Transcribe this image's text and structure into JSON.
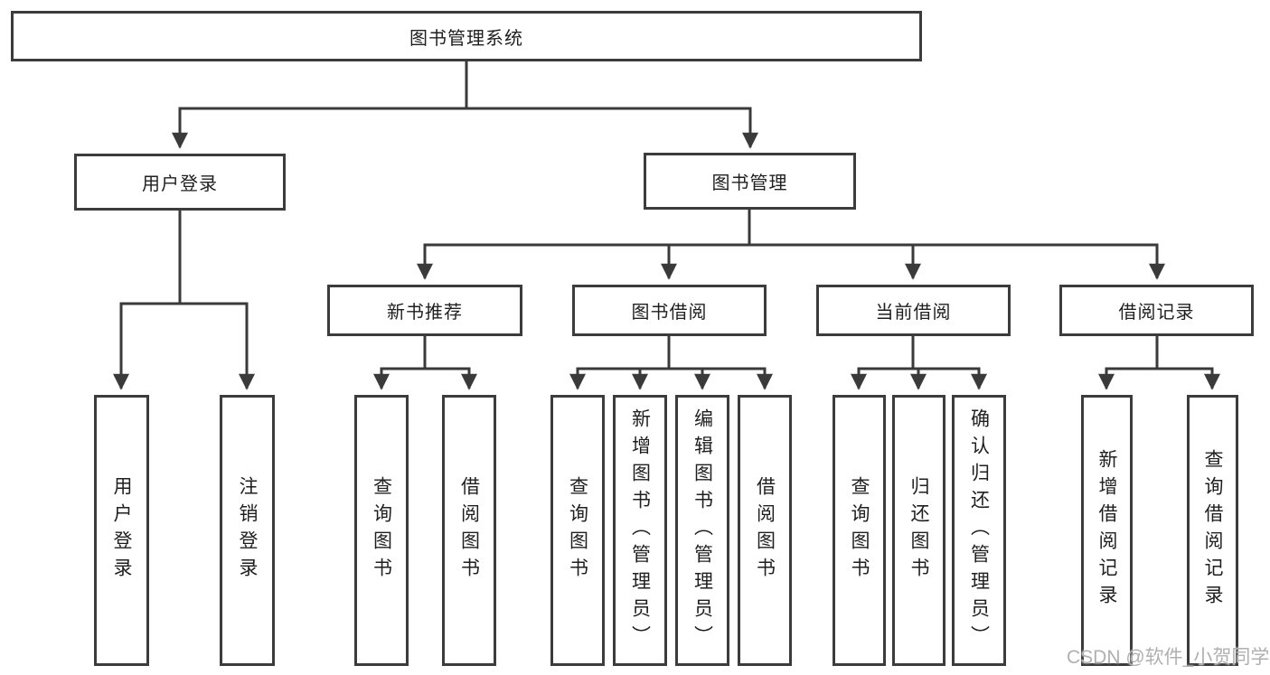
{
  "diagram": {
    "title": "图书管理系统",
    "level1": [
      {
        "id": "user-login-module",
        "label": "用户登录"
      },
      {
        "id": "book-management-module",
        "label": "图书管理"
      }
    ],
    "level2": [
      {
        "id": "new-book-recommend",
        "label": "新书推荐",
        "parent": "图书管理"
      },
      {
        "id": "book-borrowing",
        "label": "图书借阅",
        "parent": "图书管理"
      },
      {
        "id": "current-borrowing",
        "label": "当前借阅",
        "parent": "图书管理"
      },
      {
        "id": "borrowing-records",
        "label": "借阅记录",
        "parent": "图书管理"
      }
    ],
    "leaves": [
      {
        "id": "user-login",
        "label": "用户登录",
        "parent": "用户登录"
      },
      {
        "id": "logout",
        "label": "注销登录",
        "parent": "用户登录"
      },
      {
        "id": "query-books-recommend",
        "label": "查询图书",
        "parent": "新书推荐"
      },
      {
        "id": "borrow-books-recommend",
        "label": "借阅图书",
        "parent": "新书推荐"
      },
      {
        "id": "query-books-borrowing",
        "label": "查询图书",
        "parent": "图书借阅"
      },
      {
        "id": "add-books-admin",
        "label": "新增图书（管理员）",
        "parent": "图书借阅"
      },
      {
        "id": "edit-books-admin",
        "label": "编辑图书（管理员）",
        "parent": "图书借阅"
      },
      {
        "id": "borrow-books-borrowing",
        "label": "借阅图书",
        "parent": "图书借阅"
      },
      {
        "id": "query-books-current",
        "label": "查询图书",
        "parent": "当前借阅"
      },
      {
        "id": "return-books",
        "label": "归还图书",
        "parent": "当前借阅"
      },
      {
        "id": "confirm-return-admin",
        "label": "确认归还（管理员）",
        "parent": "当前借阅"
      },
      {
        "id": "add-borrow-record",
        "label": "新增借阅记录",
        "parent": "借阅记录"
      },
      {
        "id": "query-borrow-record",
        "label": "查询借阅记录",
        "parent": "借阅记录"
      }
    ]
  },
  "watermark": "CSDN @软件_小贺同学",
  "colors": {
    "line": "#3a3a3a",
    "box_border": "#3c3c3c",
    "box_fill": "#ffffff",
    "text": "#1f1f1f",
    "watermark": "#b0b0b0",
    "background": "#ffffff"
  }
}
